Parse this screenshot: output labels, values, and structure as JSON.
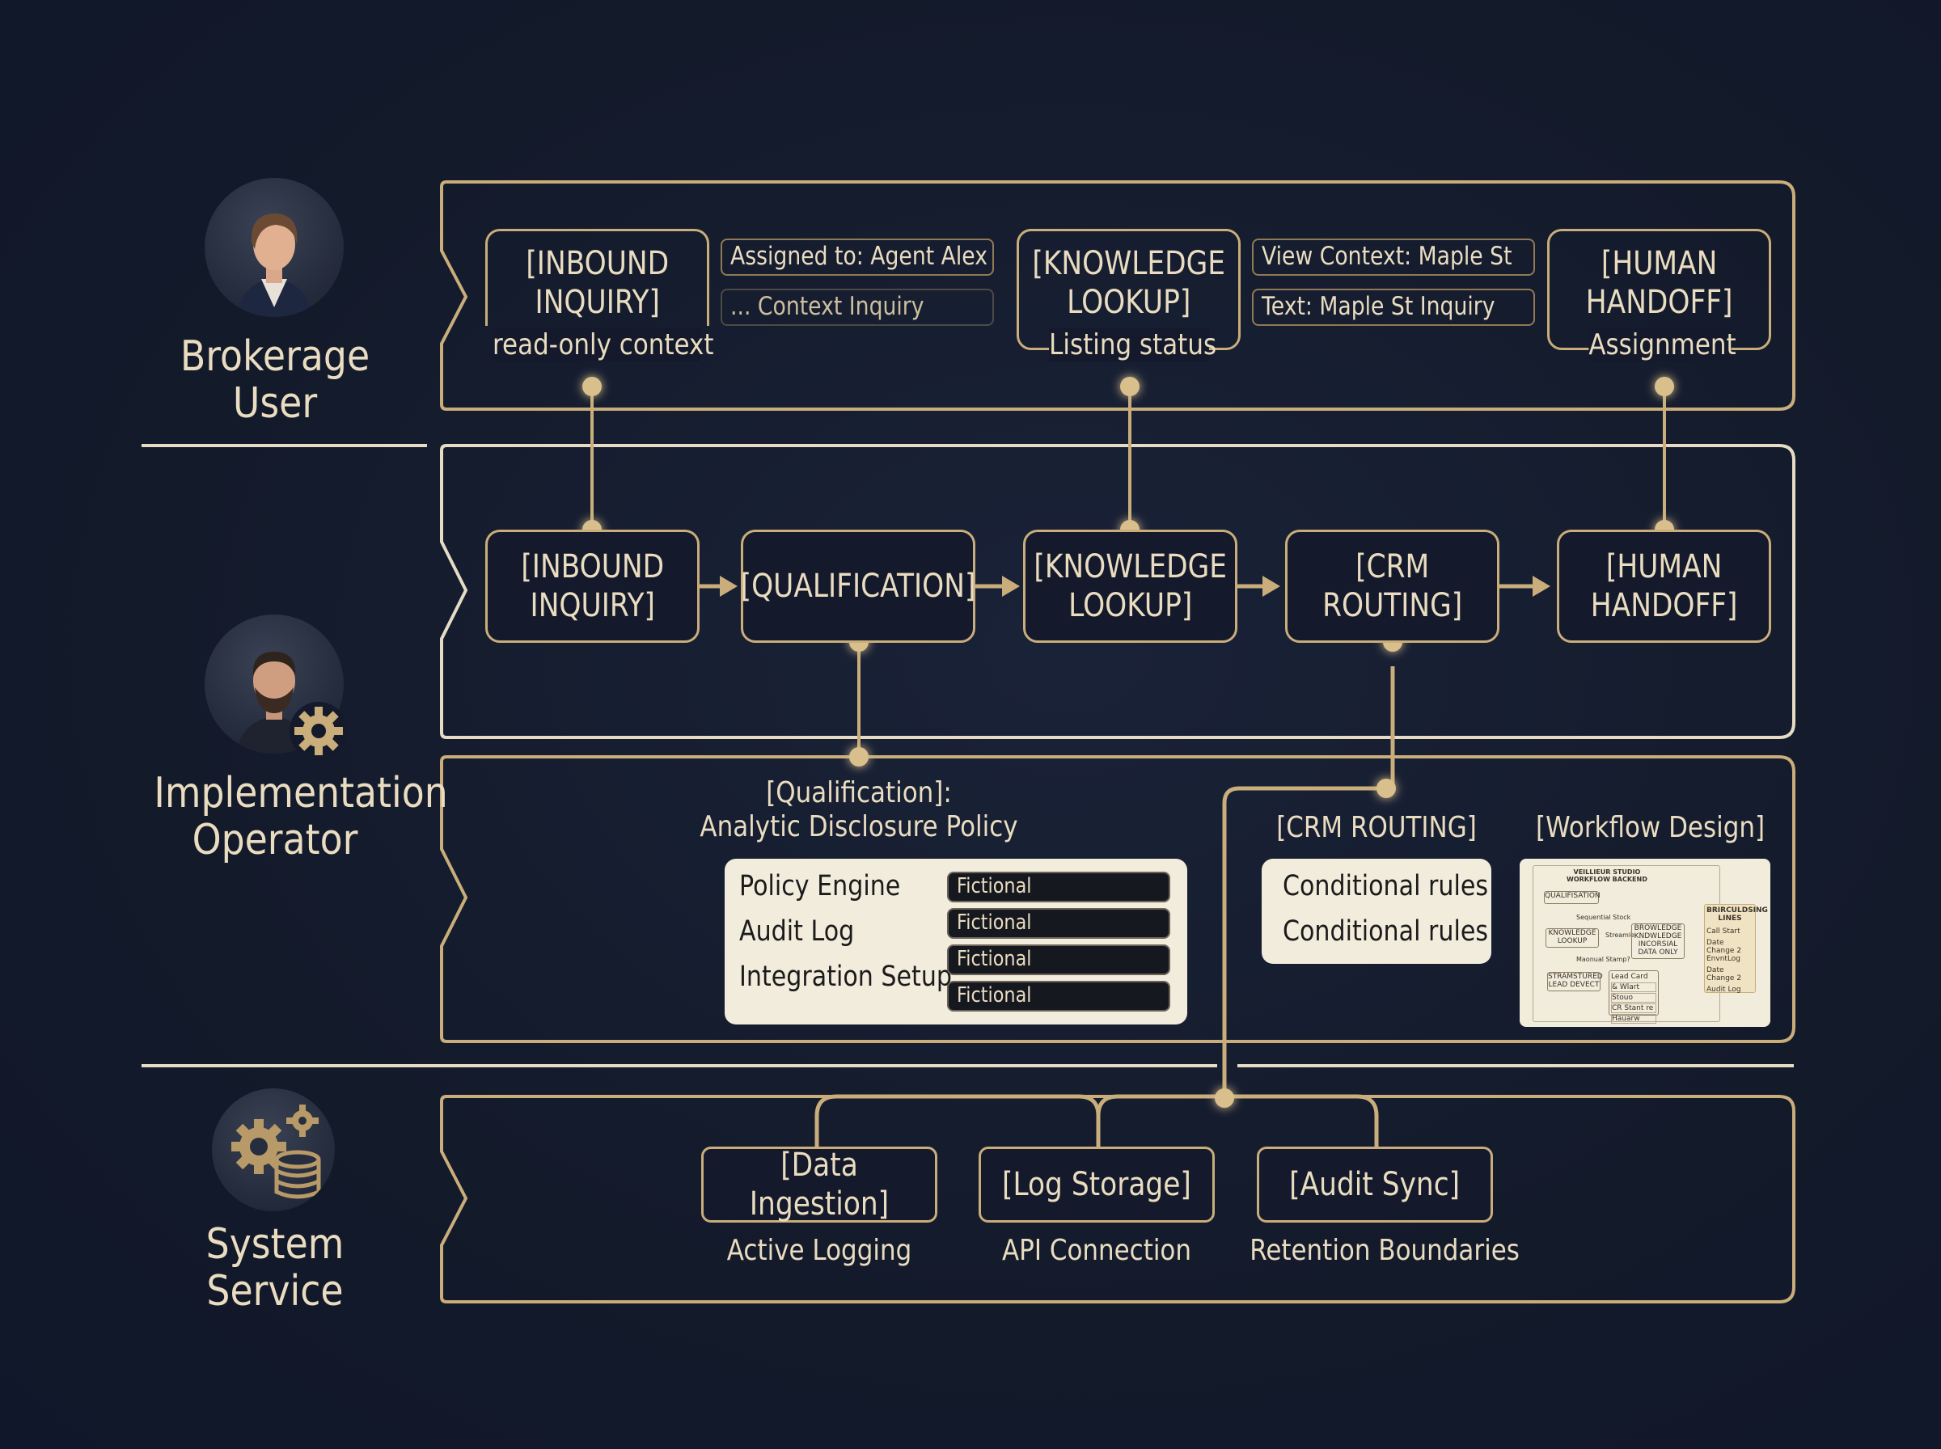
{
  "lanes": {
    "brokerage_user": "Brokerage\nUser",
    "implementation_operator": "Implementation\nOperator",
    "system_service": "System\nService"
  },
  "user_lane": {
    "inbound_inquiry": "[INBOUND\nINQUIRY]",
    "inbound_caption": "read-only context",
    "assigned_to": "Assigned to: Agent Alex P.",
    "context_inquiry": "... Context Inquiry",
    "knowledge_lookup": "[KNOWLEDGE\nLOOKUP]",
    "knowledge_caption": "Listing status",
    "view_context": "View Context: Maple St",
    "text_inquiry": "Text: Maple St Inquiry",
    "human_handoff": "[HUMAN\nHANDOFF]",
    "handoff_caption": "Assignment"
  },
  "operator_lane": {
    "steps": [
      "[INBOUND\nINQUIRY]",
      "[QUALIFICATION]",
      "[KNOWLEDGE\nLOOKUP]",
      "[CRM\nROUTING]",
      "[HUMAN\nHANDOFF]"
    ]
  },
  "config_lane": {
    "qualification_title": "[Qualification]:\nAnalytic Disclosure Policy",
    "policy_rows": [
      {
        "label": "Policy Engine",
        "tag": "Fictional"
      },
      {
        "label": "Audit Log",
        "tag": "Fictional"
      },
      {
        "label": "Integration Setup",
        "tag": "Fictional"
      }
    ],
    "extra_tag": "Fictional",
    "crm_title": "[CRM ROUTING]",
    "crm_rules": [
      "Conditional rules",
      "Conditional rules"
    ],
    "workflow_title": "[Workflow Design]",
    "workflow_preview": {
      "heading": "VEILLIEUR STUDIO\nWORKFLOW BACKEND",
      "qualification": "QUALIFISATION",
      "sequential": "Sequential Stock",
      "knowledge": "KNOWLEDGE\nLOOKUP",
      "stream": "Streamle",
      "knowledge2": "BROWLEDGE\nKNDWLEDGE\nINCORSIAL\nDATA ONLY",
      "manual": "Maonual Stamp?",
      "structured": "STRAMSTURED\nLEAD DEVECT",
      "lead_card": "Lead Card",
      "small_items": [
        "& Wlart",
        "Stouo",
        "CR Stant re",
        "Hauarw"
      ],
      "side_title": "BRIRCULDSING\nLINES",
      "side_items": [
        "Call Start",
        "Date Change 2\nEnvntLog",
        "Date Change 2",
        "Audit Log"
      ]
    }
  },
  "service_lane": {
    "services": [
      {
        "label": "[Data Ingestion]",
        "caption": "Active Logging"
      },
      {
        "label": "[Log Storage]",
        "caption": "API Connection"
      },
      {
        "label": "[Audit Sync]",
        "caption": "Retention Boundaries"
      }
    ]
  },
  "colors": {
    "background": "#141a2b",
    "gold": "#c9ad7a",
    "ivory": "#f2ecdd",
    "text": "#e9dcc0"
  },
  "icons": [
    "woman-avatar-icon",
    "man-avatar-icon",
    "gear-icon",
    "gears-database-icon"
  ]
}
